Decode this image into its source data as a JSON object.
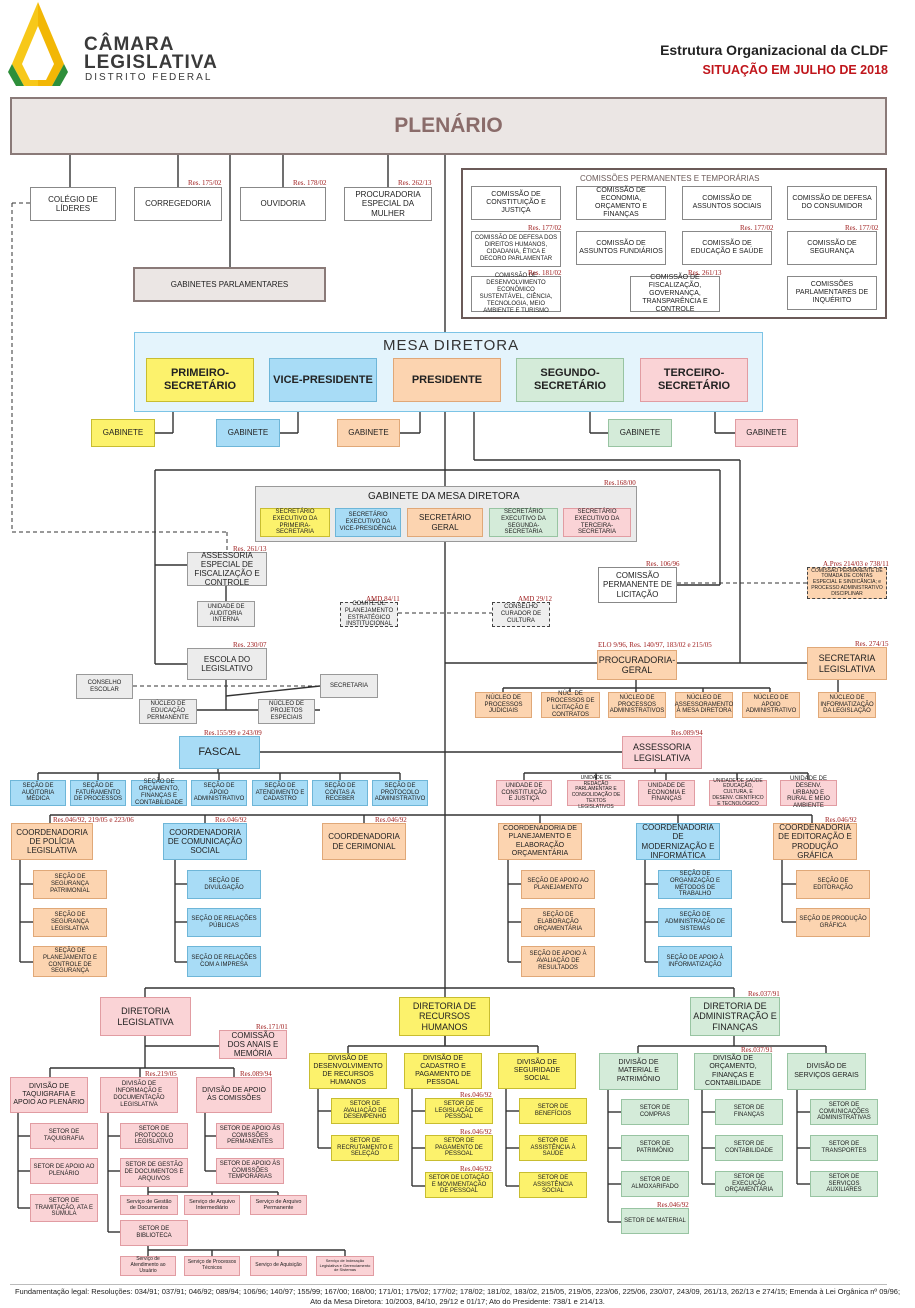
{
  "header": {
    "logo_line1": "CÂMARA",
    "logo_line2": "LEGISLATIVA",
    "logo_line3": "DISTRITO FEDERAL",
    "title": "Estrutura Organizacional da CLDF",
    "subtitle": "SITUAÇÃO EM JULHO DE 2018"
  },
  "plenario": "PLENÁRIO",
  "top": {
    "colegio": "COLÉGIO DE LÍDERES",
    "corregedoria": "CORREGEDORIA",
    "ouvidoria": "OUVIDORIA",
    "procuradoria_mulher": "PROCURADORIA ESPECIAL DA MULHER",
    "gabinetes_parlamentares": "GABINETES PARLAMENTARES",
    "res_corregedoria": "Res. 175/02",
    "res_ouvidoria": "Res. 178/02",
    "res_procuradoria_mulher": "Res. 262/13"
  },
  "comissoes": {
    "title": "COMISSÕES PERMANENTES E TEMPORÁRIAS",
    "c1": "COMISSÃO DE CONSTITUIÇÃO E JUSTIÇA",
    "c2": "COMISSÃO DE ECONOMIA, ORÇAMENTO E FINANÇAS",
    "c3": "COMISSÃO DE ASSUNTOS SOCIAIS",
    "c4": "COMISSÃO DE DEFESA DO CONSUMIDOR",
    "c5": "COMISSÃO DE DEFESA DOS DIREITOS HUMANOS, CIDADANIA, ÉTICA E DECORO PARLAMENTAR",
    "c6": "COMISSÃO DE ASSUNTOS FUNDIÁRIOS",
    "c7": "COMISSÃO DE EDUCAÇÃO E SAÚDE",
    "c8": "COMISSÃO DE SEGURANÇA",
    "c9": "COMISSÃO DE DESENVOLVIMENTO ECONÔMICO SUSTENTÁVEL, CIÊNCIA, TECNOLOGIA, MEIO AMBIENTE E TURISMO",
    "c10": "COMISSÃO DE FISCALIZAÇÃO, GOVERNANÇA, TRANSPARÊNCIA E CONTROLE",
    "c11": "COMISSÕES PARLAMENTARES DE INQUÉRITO",
    "res_c5": "Res. 177/02",
    "res_c7": "Res. 177/02",
    "res_c8": "Res. 177/02",
    "res_c9": "Res. 181/02",
    "res_c10": "Res. 261/13"
  },
  "mesa": {
    "title": "MESA DIRETORA",
    "primeiro": "PRIMEIRO-SECRETÁRIO",
    "vice": "VICE-PRESIDENTE",
    "presidente": "PRESIDENTE",
    "segundo": "SEGUNDO-SECRETÁRIO",
    "terceiro": "TERCEIRO-SECRETÁRIO",
    "gabinete": "GABINETE"
  },
  "gabinete_mesa": {
    "title": "GABINETE DA MESA DIRETORA",
    "res": "Res.168/00",
    "s1": "SECRETÁRIO EXECUTIVO DA PRIMEIRA-SECRETARIA",
    "s2": "SECRETÁRIO EXECUTIVO DA VICE-PRESIDÊNCIA",
    "s3": "SECRETÁRIO GERAL",
    "s4": "SECRETÁRIO EXECUTIVO DA SEGUNDA-SECRETARIA",
    "s5": "SECRETÁRIO EXECUTIVO DA TERCEIRA-SECRETARIA"
  },
  "mid": {
    "assessoria_fiscalizacao": "ASSESSORIA ESPECIAL DE FISCALIZAÇÃO E CONTROLE",
    "res_assessoria_fiscalizacao": "Res. 261/13",
    "auditoria": "UNIDADE DE AUDITORIA INTERNA",
    "comite": "COMITÊ DE PLANEJAMENTO ESTRATÉGICO INSTITUCIONAL",
    "res_comite": "AMD 84/11",
    "conselho_cultura": "CONSELHO CURADOR DE CULTURA",
    "res_conselho_cultura": "AMD 29/12",
    "licitacao": "COMISSÃO PERMANENTE DE LICITAÇÃO",
    "res_licitacao": "Res. 106/96",
    "tomada": "COMISSÃO PERMANENTE DE TOMADA DE CONTAS ESPECIAL E SINDICÂNCIA; e PROCESSO ADMINISTRATIVO DISCIPLINAR",
    "res_tomada": "A.Pres 214/03 e 738/11",
    "escola": "ESCOLA DO LEGISLATIVO",
    "res_escola": "Res. 230/07",
    "conselho_escolar": "CONSELHO ESCOLAR",
    "secretaria_escola": "SECRETARIA",
    "nucleo_educacao": "NÚCLEO DE EDUCAÇÃO PERMANENTE",
    "nucleo_projetos": "NÚCLEO DE PROJETOS ESPECIAIS",
    "procuradoria_geral": "PROCURADORIA-GERAL",
    "res_procuradoria_geral": "ELO 9/96, Res. 140/97, 183/02 e 215/05",
    "pg1": "NÚCLEO DE PROCESSOS JUDICIAIS",
    "pg2": "NÚC. DE PROCESSOS DE LICITAÇÃO E CONTRATOS",
    "pg3": "NÚCLEO DE PROCESSOS ADMINISTRATIVOS",
    "pg4": "NÚCLEO DE ASSESSORAMENTO À MESA DIRETORA",
    "pg5": "NÚCLEO DE APOIO ADMINISTRATIVO",
    "sec_legislativa": "SECRETARIA LEGISLATIVA",
    "res_sec_legislativa": "Res. 274/15",
    "sl1": "NÚCLEO DE INFORMATIZAÇÃO DA LEGISLAÇÃO"
  },
  "fascal": {
    "title": "FASCAL",
    "res": "Res.155/99 e 243/09",
    "f1": "SEÇÃO DE AUDITORIA MÉDICA",
    "f2": "SEÇÃO DE FATURAMENTO DE PROCESSOS",
    "f3": "SEÇÃO DE ORÇAMENTO, FINANÇAS E CONTABILIDADE",
    "f4": "SEÇÃO DE APOIO ADMINISTRATIVO",
    "f5": "SEÇÃO DE ATENDIMENTO E CADASTRO",
    "f6": "SEÇÃO DE CONTAS A RECEBER",
    "f7": "SEÇÃO DE PROTOCOLO ADMINISTRATIVO"
  },
  "assessoria_legislativa": {
    "title": "ASSESSORIA LEGISLATIVA",
    "res": "Res.089/94",
    "a1": "UNIDADE DE CONSTITUIÇÃO E JUSTIÇA",
    "a2": "UNIDADE DE REDAÇÃO PARLAMENTAR E CONSOLIDAÇÃO DE TEXTOS LEGISLATIVOS",
    "a3": "UNIDADE DE ECONOMIA E FINANÇAS",
    "a4": "UNIDADE DE SAÚDE EDUCAÇÃO, CULTURA, E DESENV. CIENTÍFICO E TECNOLÓGICO",
    "a5": "UNIDADE DE DESENV. URBANO E RURAL E MEIO AMBIENTE"
  },
  "coord": {
    "policia": "COORDENADORIA DE POLÍCIA LEGISLATIVA",
    "res_policia": "Res.046/92, 219/05 e 223/06",
    "pol1": "SEÇÃO DE SEGURANÇA PATRIMONIAL",
    "pol2": "SEÇÃO DE SEGURANÇA LEGISLATIVA",
    "pol3": "SEÇÃO DE PLANEJAMENTO E CONTROLE DE SEGURANÇA",
    "comunicacao": "COORDENADORIA DE COMUNICAÇÃO SOCIAL",
    "res_comunicacao": "Res.046/92",
    "com1": "SEÇÃO DE DIVULGAÇÃO",
    "com2": "SEÇÃO DE RELAÇÕES PÚBLICAS",
    "com3": "SEÇÃO DE RELAÇÕES COM A IMPRESA",
    "cerimonial": "COORDENADORIA DE CERIMONIAL",
    "res_cerimonial": "Res.046/92",
    "planejamento": "COORDENADORIA DE PLANEJAMENTO E ELABORAÇÃO ORÇAMENTÁRIA",
    "pl1": "SEÇÃO DE APOIO AO PLANEJAMENTO",
    "pl2": "SEÇÃO DE ELABORAÇÃO ORÇAMENTÁRIA",
    "pl3": "SEÇÃO DE APOIO À AVALIAÇÃO DE RESULTADOS",
    "modernizacao": "COORDENADORIA DE MODERNIZAÇÃO E INFORMÁTICA",
    "mod1": "SEÇÃO DE ORGANIZAÇÃO E MÉTODOS DE TRABALHO",
    "mod2": "SEÇÃO DE ADMINISTRAÇÃO DE SISTEMAS",
    "mod3": "SEÇÃO DE APOIO À INFORMATIZAÇÃO",
    "editoracao": "COORDENADORIA DE EDITORAÇÃO E PRODUÇÃO GRÁFICA",
    "res_editoracao": "Res.046/92",
    "ed1": "SEÇÃO DE EDITORAÇÃO",
    "ed2": "SEÇÃO DE PRODUÇÃO GRÁFICA"
  },
  "dir_leg": {
    "title": "DIRETORIA LEGISLATIVA",
    "comissao_anais": "COMISSÃO DOS ANAIS E MEMÓRIA",
    "res_comissao_anais": "Res.171/01",
    "taquigrafia": "DIVISÃO DE TAQUIGRAFIA E APOIO AO PLENÁRIO",
    "t1": "SETOR DE TAQUIGRAFIA",
    "t2": "SETOR DE APOIO AO PLENÁRIO",
    "t3": "SETOR DE TRAMITAÇÃO, ATA E SÚMULA",
    "informacao": "DIVISÃO DE INFORMAÇÃO E DOCUMENTAÇÃO LEGISLATIVA",
    "res_informacao": "Res.219/05",
    "i1": "SETOR DE PROTOCOLO LEGISLATIVO",
    "i2": "SETOR DE GESTÃO DE DOCUMENTOS E ARQUIVOS",
    "i3": "Serviço de Gestão de Documentos",
    "i4": "Serviço de Arquivo Intermediário",
    "i5": "Serviço de Arquivo Permanente",
    "i6": "SETOR DE BIBLIOTECA",
    "i7": "Serviço de Atendimento ao Usuário",
    "i8": "Serviço de Processos Técnicos",
    "i9": "Serviço de Aquisição",
    "i10": "Serviço de Indexação Legislativa e Gerenciamento de Sistemas",
    "apoio_comissoes": "DIVISÃO DE APOIO ÀS COMISSÕES",
    "res_apoio_comissoes": "Res.089/94",
    "ac1": "SETOR DE APOIO ÀS COMISSÕES PERMANENTES",
    "ac2": "SETOR DE APOIO ÀS COMISSÕES TEMPORÁRIAS"
  },
  "dir_rh": {
    "title": "DIRETORIA DE RECURSOS HUMANOS",
    "desenvolvimento": "DIVISÃO DE DESENVOLVIMENTO DE RECURSOS HUMANOS",
    "d1": "SETOR DE AVALIAÇÃO DE DESEMPENHO",
    "d2": "SETOR DE RECRUTAMENTO E SELEÇÃO",
    "cadastro": "DIVISÃO DE CADASTRO E PAGAMENTO DE PESSOAL",
    "ca1": "SETOR DE LEGISLAÇÃO DE PESSOAL",
    "res_ca1": "Res.046/92",
    "ca2": "SETOR DE PAGAMENTO DE PESSOAL",
    "res_ca2": "Res.046/92",
    "ca3": "SETOR DE LOTAÇÃO E MOVIMENTAÇÃO DE PESSOAL",
    "res_ca3": "Res.046/92",
    "seguridade": "DIVISÃO DE SEGURIDADE SOCIAL",
    "sg1": "SETOR DE BENEFÍCIOS",
    "sg2": "SETOR DE ASSISTÊNCIA À SAÚDE",
    "sg3": "SETOR DE ASSISTÊNCIA SOCIAL"
  },
  "dir_adm": {
    "title": "DIRETORIA DE ADMINISTRAÇÃO E FINANÇAS",
    "res": "Res.037/91",
    "material": "DIVISÃO DE MATERIAL E PATRIMÔNIO",
    "m1": "SETOR DE COMPRAS",
    "m2": "SETOR DE PATRIMÔNIO",
    "m3": "SETOR DE ALMOXARIFADO",
    "m4": "SETOR DE MATERIAL",
    "res_m4": "Res.046/92",
    "orcamento": "DIVISÃO DE ORÇAMENTO, FINANÇAS E CONTABILIDADE",
    "res_orcamento": "Res.037/91",
    "o1": "SETOR DE FINANÇAS",
    "o2": "SETOR DE CONTABILIDADE",
    "o3": "SETOR DE EXECUÇÃO ORÇAMENTÁRIA",
    "servicos": "DIVISÃO DE SERVIÇOS GERAIS",
    "sv1": "SETOR DE COMUNICAÇÕES ADMINISTRATIVAS",
    "sv2": "SETOR DE TRANSPORTES",
    "sv3": "SETOR DE SERVIÇOS AUXILIARES"
  },
  "footer": {
    "line1": "Fundamentação legal: Resoluções: 034/91; 037/91; 046/92; 089/94; 106/96; 140/97; 155/99; 167/00; 168/00; 171/01; 175/02; 177/02; 178/02; 181/02, 183/02, 215/05, 219/05, 223/06, 225/06, 230/07, 243/09, 261/13, 262/13 e 274/15; Emenda à Lei Orgânica nº 09/96;",
    "line2": "Ato da Mesa Diretora: 10/2003, 84/10, 29/12 e 01/17; Ato do Presidente: 738/1 e 214/13."
  },
  "colors": {
    "title_red": "#c0151b",
    "res_red": "#a02020",
    "yellow": "#fcf26c",
    "blue": "#a8dcf6",
    "orange": "#fcd4b0",
    "green": "#d4ebd9",
    "pink": "#fad3d6",
    "plenario": "#ebe6e4"
  }
}
